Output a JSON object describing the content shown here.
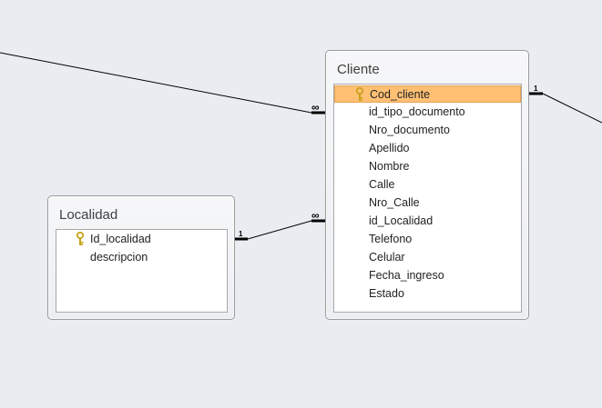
{
  "tables": {
    "cliente": {
      "title": "Cliente",
      "fields": [
        {
          "name": "Cod_cliente",
          "primary_key": true,
          "selected": true
        },
        {
          "name": "id_tipo_documento"
        },
        {
          "name": "Nro_documento"
        },
        {
          "name": "Apellido"
        },
        {
          "name": "Nombre"
        },
        {
          "name": "Calle"
        },
        {
          "name": "Nro_Calle"
        },
        {
          "name": "id_Localidad"
        },
        {
          "name": "Telefono"
        },
        {
          "name": "Celular"
        },
        {
          "name": "Fecha_ingreso"
        },
        {
          "name": "Estado"
        }
      ]
    },
    "localidad": {
      "title": "Localidad",
      "fields": [
        {
          "name": "Id_localidad",
          "primary_key": true
        },
        {
          "name": "descripcion"
        }
      ]
    }
  },
  "relationships": {
    "offscreen_to_cliente_many": "∞",
    "cliente_to_offscreen_one": "1",
    "localidad_one": "1",
    "cliente_localidad_many": "∞"
  },
  "colors": {
    "background": "#e9edf1",
    "selected_row": "#ffc074",
    "key_icon": "#c9a21c",
    "line": "#000000"
  },
  "icons": {
    "primary_key": "key-icon"
  }
}
